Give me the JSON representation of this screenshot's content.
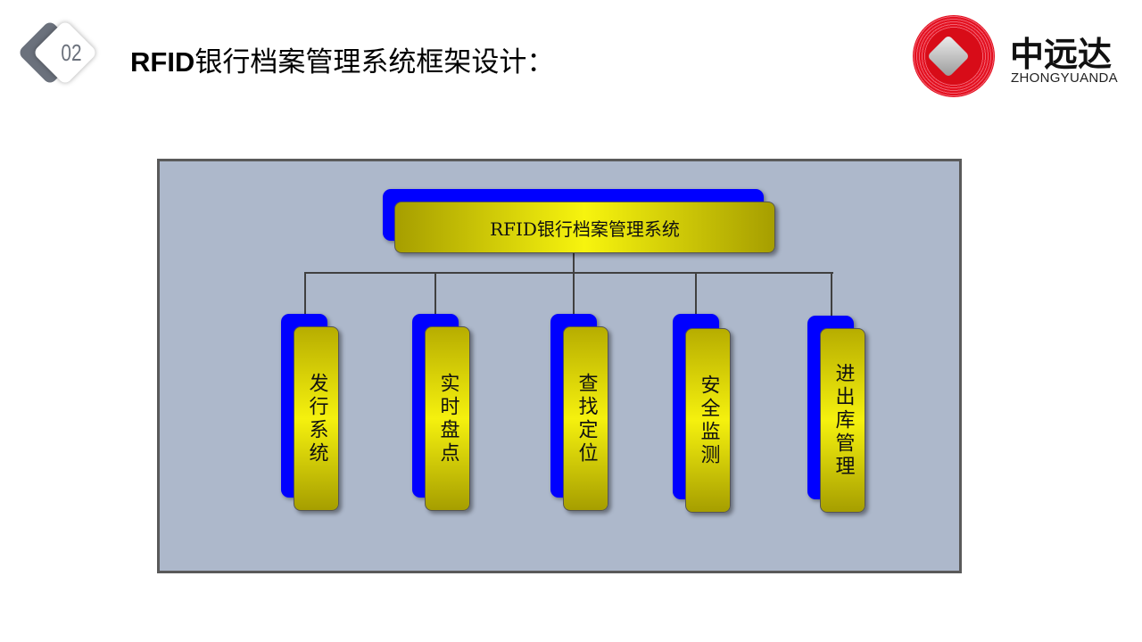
{
  "header": {
    "section_number": "02",
    "title_bold": "RFID",
    "title_rest": "银行档案管理系统框架设计："
  },
  "logo": {
    "name_cn": "中远达",
    "name_en": "ZHONGYUANDA"
  },
  "diagram": {
    "root": "RFID银行档案管理系统",
    "children": [
      "发行系统",
      "实时盘点",
      "查找定位",
      "安全监测",
      "进出库管理"
    ]
  }
}
